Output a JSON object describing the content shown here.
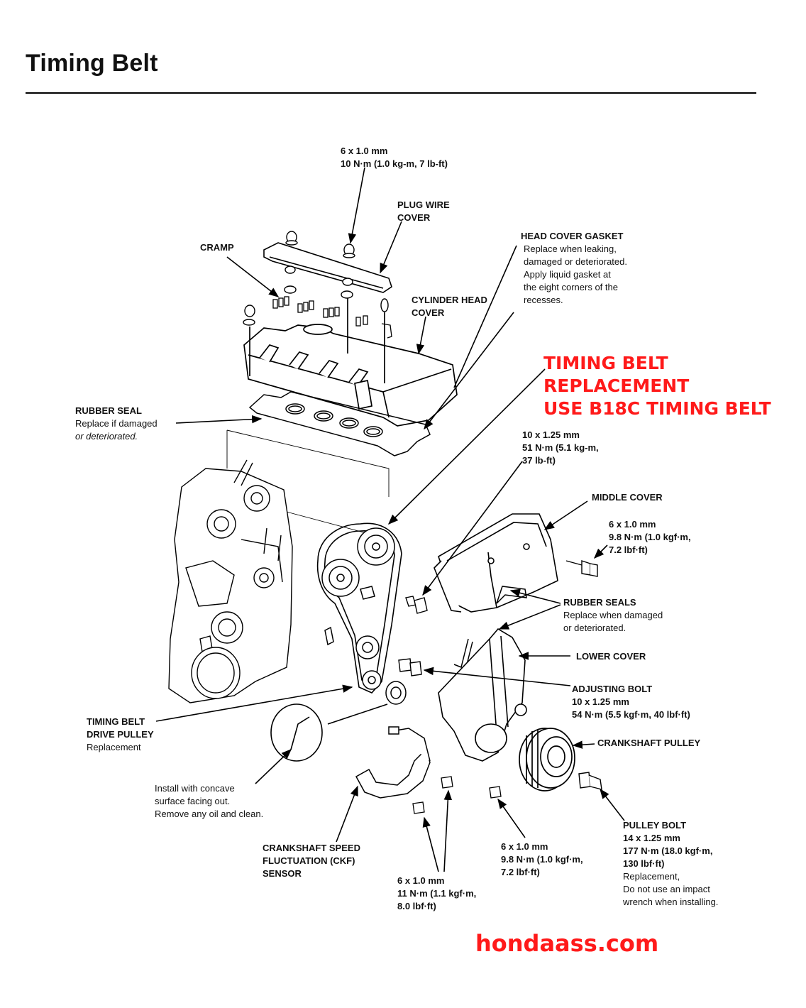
{
  "header": {
    "title": "Timing Belt"
  },
  "labels": {
    "top_bolt": {
      "line1": "6 x 1.0 mm",
      "line2": "10 N·m (1.0 kg-m, 7 lb-ft)"
    },
    "plug_wire_cover": {
      "line1": "PLUG WIRE",
      "line2": "COVER"
    },
    "cramp": {
      "line1": "CRAMP"
    },
    "head_cover_gasket": {
      "title": "HEAD COVER GASKET",
      "lines": [
        "Replace when leaking,",
        "damaged or deteriorated.",
        "Apply liquid gasket at",
        "the eight corners of the",
        "recesses."
      ]
    },
    "cylinder_head_cover": {
      "line1": "CYLINDER HEAD",
      "line2": "COVER"
    },
    "rubber_seal": {
      "title": "RUBBER SEAL",
      "line1": "Replace if damaged",
      "line2": "or deteriorated."
    },
    "tensioner_bolt": {
      "line1": "10 x 1.25 mm",
      "line2": "51 N·m (5.1 kg-m,",
      "line3": "37 lb-ft)"
    },
    "middle_cover": {
      "title": "MIDDLE COVER"
    },
    "middle_cover_bolt": {
      "line1": "6 x 1.0 mm",
      "line2": "9.8 N·m (1.0 kgf·m,",
      "line3": "7.2 lbf·ft)"
    },
    "rubber_seals": {
      "title": "RUBBER SEALS",
      "line1": "Replace when damaged",
      "line2": "or deteriorated."
    },
    "lower_cover": {
      "title": "LOWER COVER"
    },
    "adjusting_bolt": {
      "title": "ADJUSTING BOLT",
      "line1": "10 x 1.25 mm",
      "line2": "54 N·m (5.5 kgf·m, 40 lbf·ft)"
    },
    "crankshaft_pulley": {
      "title": "CRANKSHAFT PULLEY"
    },
    "drive_pulley": {
      "line1": "TIMING BELT",
      "line2": "DRIVE PULLEY",
      "line3": "Replacement"
    },
    "concave_note": {
      "line1": "Install with concave",
      "line2": "surface facing out.",
      "line3": "Remove any oil and clean."
    },
    "ckf_sensor": {
      "line1": "CRANKSHAFT SPEED",
      "line2": "FLUCTUATION (CKF)",
      "line3": "SENSOR"
    },
    "bottom_bolt_a": {
      "line1": "6 x 1.0 mm",
      "line2": "11 N·m (1.1 kgf·m,",
      "line3": "8.0 lbf·ft)"
    },
    "bottom_bolt_b": {
      "line1": "6 x 1.0 mm",
      "line2": "9.8 N·m (1.0 kgf·m,",
      "line3": "7.2 lbf·ft)"
    },
    "pulley_bolt": {
      "title": "PULLEY BOLT",
      "lines": [
        "14 x 1.25 mm",
        "177 N·m (18.0 kgf·m,",
        "130 lbf·ft)",
        "Replacement,",
        "Do not use an impact",
        "wrench when installing."
      ]
    }
  },
  "annotation": {
    "lines": [
      "TIMING BELT",
      "REPLACEMENT",
      "USE B18C TIMING BELT"
    ],
    "color": "#ff1a1a"
  },
  "watermark": {
    "text": "hondaass.com",
    "color": "#ff1a1a"
  }
}
